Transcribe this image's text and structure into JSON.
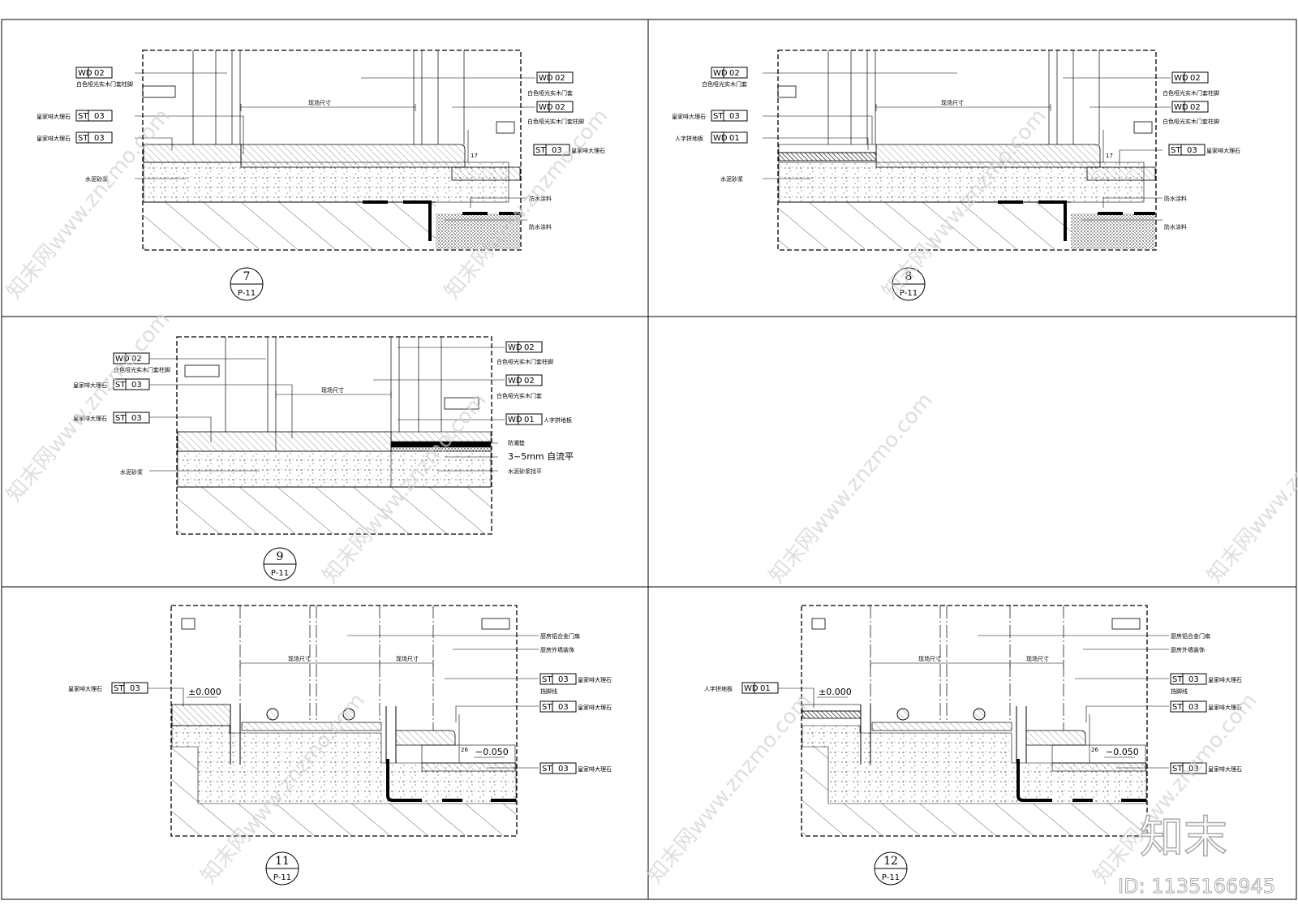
{
  "tags": {
    "wd02": [
      "WD",
      "02"
    ],
    "wd01": [
      "WD",
      "01"
    ],
    "st03": [
      "ST",
      "03"
    ]
  },
  "notes": {
    "base_white": "白色哑光实木门套柱脚",
    "door_white": "白色哑光实木门套",
    "marble": "皇家啡大理石",
    "cement": "水泥砂浆",
    "waterproof": "防水涂料",
    "herringbone": "人字拼地板",
    "moisture": "防潮垫",
    "self_level": "3~5mm 自流平",
    "cement_level": "水泥砂浆找平",
    "door_frame": "现场尺寸",
    "alu_door": "厨房铝合金门扇",
    "outer_wall": "厨房外墙装饰",
    "threshold": "挡脚线",
    "dim17": "17",
    "dim26": "26",
    "lv0": "±0.000",
    "lvm": "−0.050"
  },
  "details": [
    {
      "num": "7",
      "sheet": "P-11"
    },
    {
      "num": "8",
      "sheet": "P-11"
    },
    {
      "num": "9",
      "sheet": "P-11"
    },
    {
      "num": "11",
      "sheet": "P-11"
    },
    {
      "num": "12",
      "sheet": "P-11"
    }
  ],
  "brand": {
    "logo": "知末",
    "id": "ID: 1135166945",
    "watermark": "知末网www.znzmo.com"
  }
}
